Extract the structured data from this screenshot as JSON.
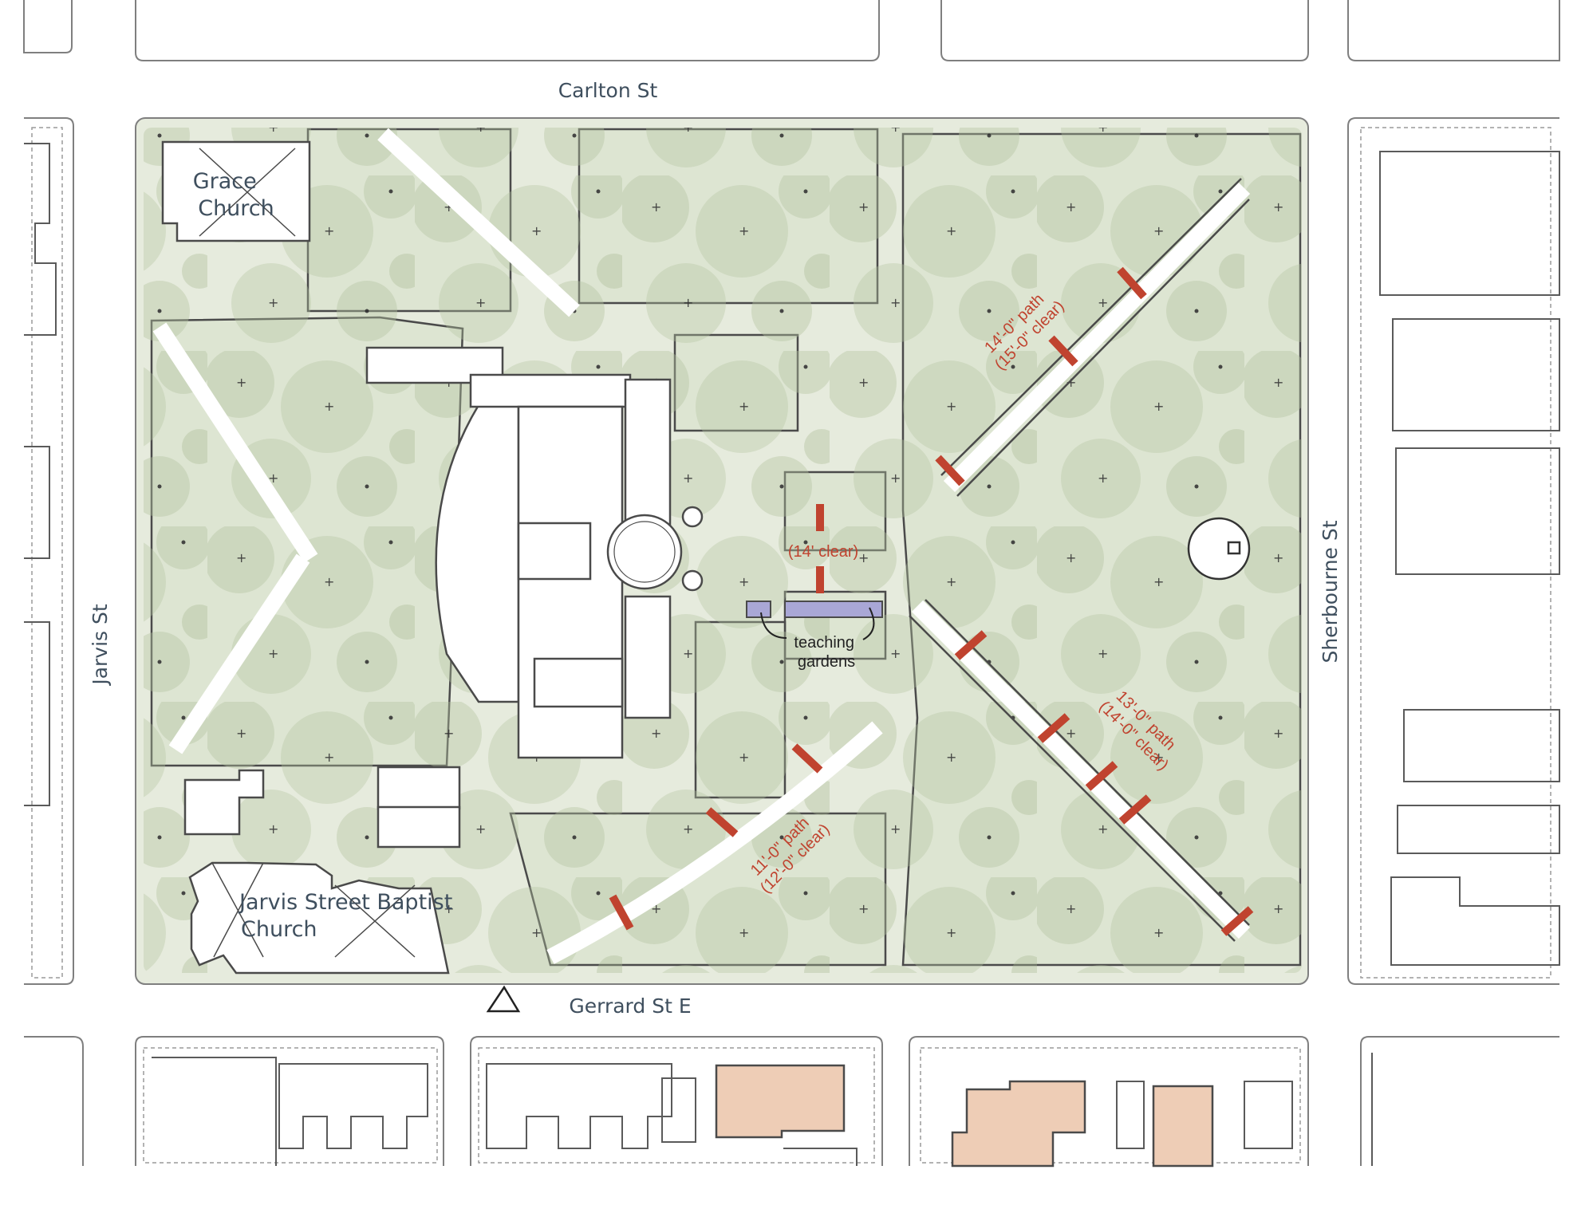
{
  "map": {
    "streets": {
      "north": "Carlton St",
      "south": "Gerrard St E",
      "west": "Jarvis St",
      "east": "Sherbourne St"
    },
    "buildings": {
      "grace_church": [
        "Grace",
        "Church"
      ],
      "baptist_church": [
        "Jarvis Street Baptist",
        "Church"
      ]
    },
    "paths": {
      "ne_path": [
        "14'-0\" path",
        "(15'-0\" clear)"
      ],
      "se_path": [
        "13'-0\" path",
        "(14'-0\" clear)"
      ],
      "sw_path": [
        "11'-0\" path",
        "(12'-0\" clear)"
      ],
      "central_clear": "(14' clear)"
    },
    "teaching_gardens": [
      "teaching",
      "gardens"
    ],
    "colors": {
      "park_fill": "#e6ebdd",
      "lawn_fill": "#dde5d2",
      "tree_canopy": "#b4c39f",
      "outline": "#4a4a4a",
      "dimension_marker": "#c0432f",
      "teaching_garden_fill": "#a9a7d6",
      "highlighted_building": "#eecdb6"
    },
    "icons": [
      "north-arrow-icon",
      "monument-icon"
    ]
  }
}
